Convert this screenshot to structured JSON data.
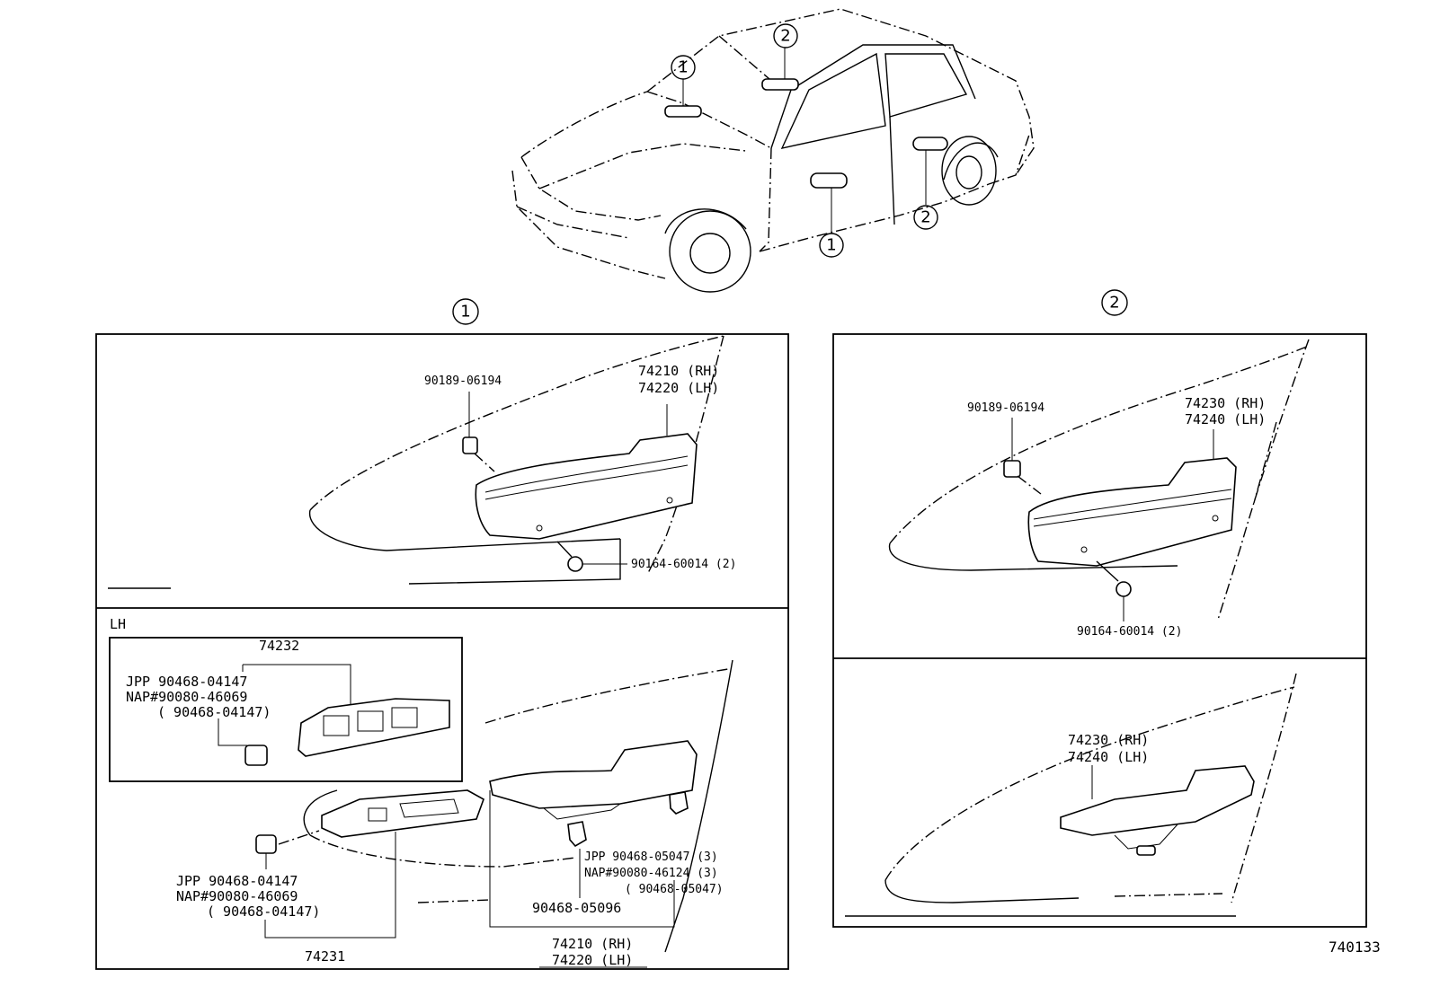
{
  "callouts": {
    "one": "1",
    "two": "2"
  },
  "section1": {
    "top": {
      "clip_part": "90189-06194",
      "handle_rh": "74210 (RH)",
      "handle_lh": "74220 (LH)",
      "screw_part": "90164-60014 (2)"
    },
    "lh": {
      "side_label": "LH",
      "inset_part": "74232",
      "inset_jpp": "JPP  90468-04147",
      "inset_nap": "NAP#90080-46069",
      "inset_alt": "( 90468-04147)",
      "clip_jpp": "JPP  90468-04147",
      "clip_nap": "NAP#90080-46069",
      "clip_alt": "( 90468-04147)",
      "switch_base": "74231",
      "retainer_jpp": "JPP  90468-05047 (3)",
      "retainer_nap": "NAP#90080-46124 (3)",
      "retainer_alt": "( 90468-05047)",
      "pin_part": "90468-05096",
      "handle_rh": "74210 (RH)",
      "handle_lh": "74220 (LH)"
    }
  },
  "section2": {
    "top": {
      "clip_part": "90189-06194",
      "handle_rh": "74230 (RH)",
      "handle_lh": "74240 (LH)",
      "screw_part": "90164-60014 (2)"
    },
    "bottom": {
      "handle_rh": "74230 (RH)",
      "handle_lh": "74240 (LH)"
    }
  },
  "drawing_number": "740133"
}
